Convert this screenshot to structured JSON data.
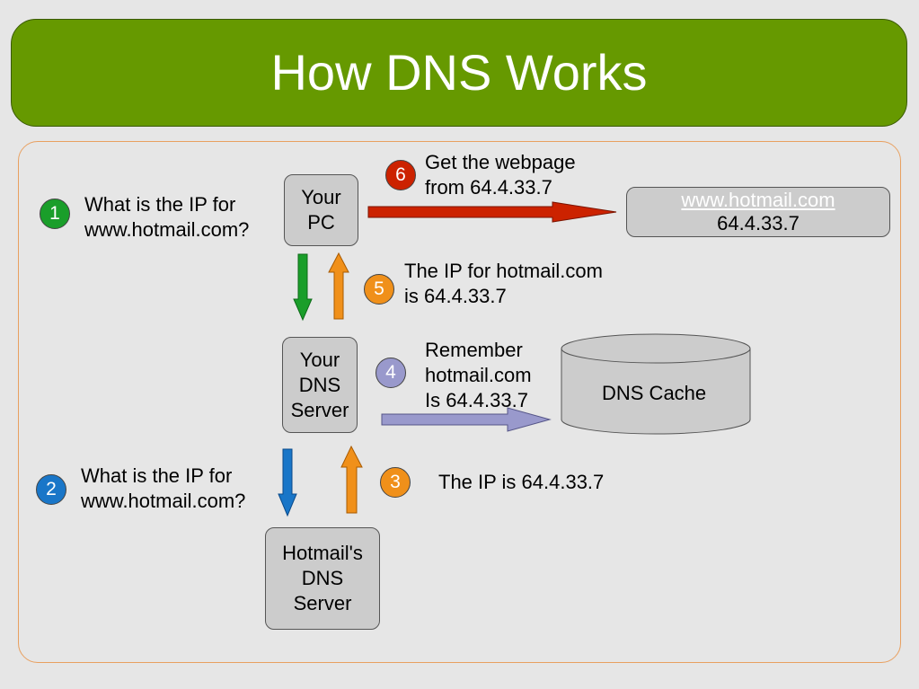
{
  "title": "How DNS Works",
  "nodes": {
    "your_pc": [
      "Your",
      "PC"
    ],
    "your_dns": [
      "Your",
      "DNS",
      "Server"
    ],
    "hotmail_dns": [
      "Hotmail's",
      "DNS",
      "Server"
    ],
    "dns_cache": "DNS Cache",
    "webserver": {
      "link": "www.hotmail.com",
      "ip": "64.4.33.7"
    }
  },
  "steps": [
    {
      "num": "1",
      "color": "#1a9e2a",
      "lines": [
        "What is the IP for",
        "www.hotmail.com?"
      ]
    },
    {
      "num": "2",
      "color": "#1976c8",
      "lines": [
        "What is the IP for",
        "www.hotmail.com?"
      ]
    },
    {
      "num": "3",
      "color": "#f0901a",
      "lines": [
        "The IP is 64.4.33.7"
      ]
    },
    {
      "num": "4",
      "color": "#9999cc",
      "lines": [
        "Remember",
        "hotmail.com",
        "Is 64.4.33.7"
      ]
    },
    {
      "num": "5",
      "color": "#f0901a",
      "lines": [
        "The IP for hotmail.com",
        "is 64.4.33.7"
      ]
    },
    {
      "num": "6",
      "color": "#cc2200",
      "lines": [
        "Get the webpage",
        "from 64.4.33.7"
      ]
    }
  ],
  "colors": {
    "header": "#669900",
    "node_fill": "#cccccc",
    "arrow_green": "#1a9e2a",
    "arrow_orange": "#f0901a",
    "arrow_blue": "#1976c8",
    "arrow_lavender": "#9999cc",
    "arrow_red": "#cc2200"
  }
}
